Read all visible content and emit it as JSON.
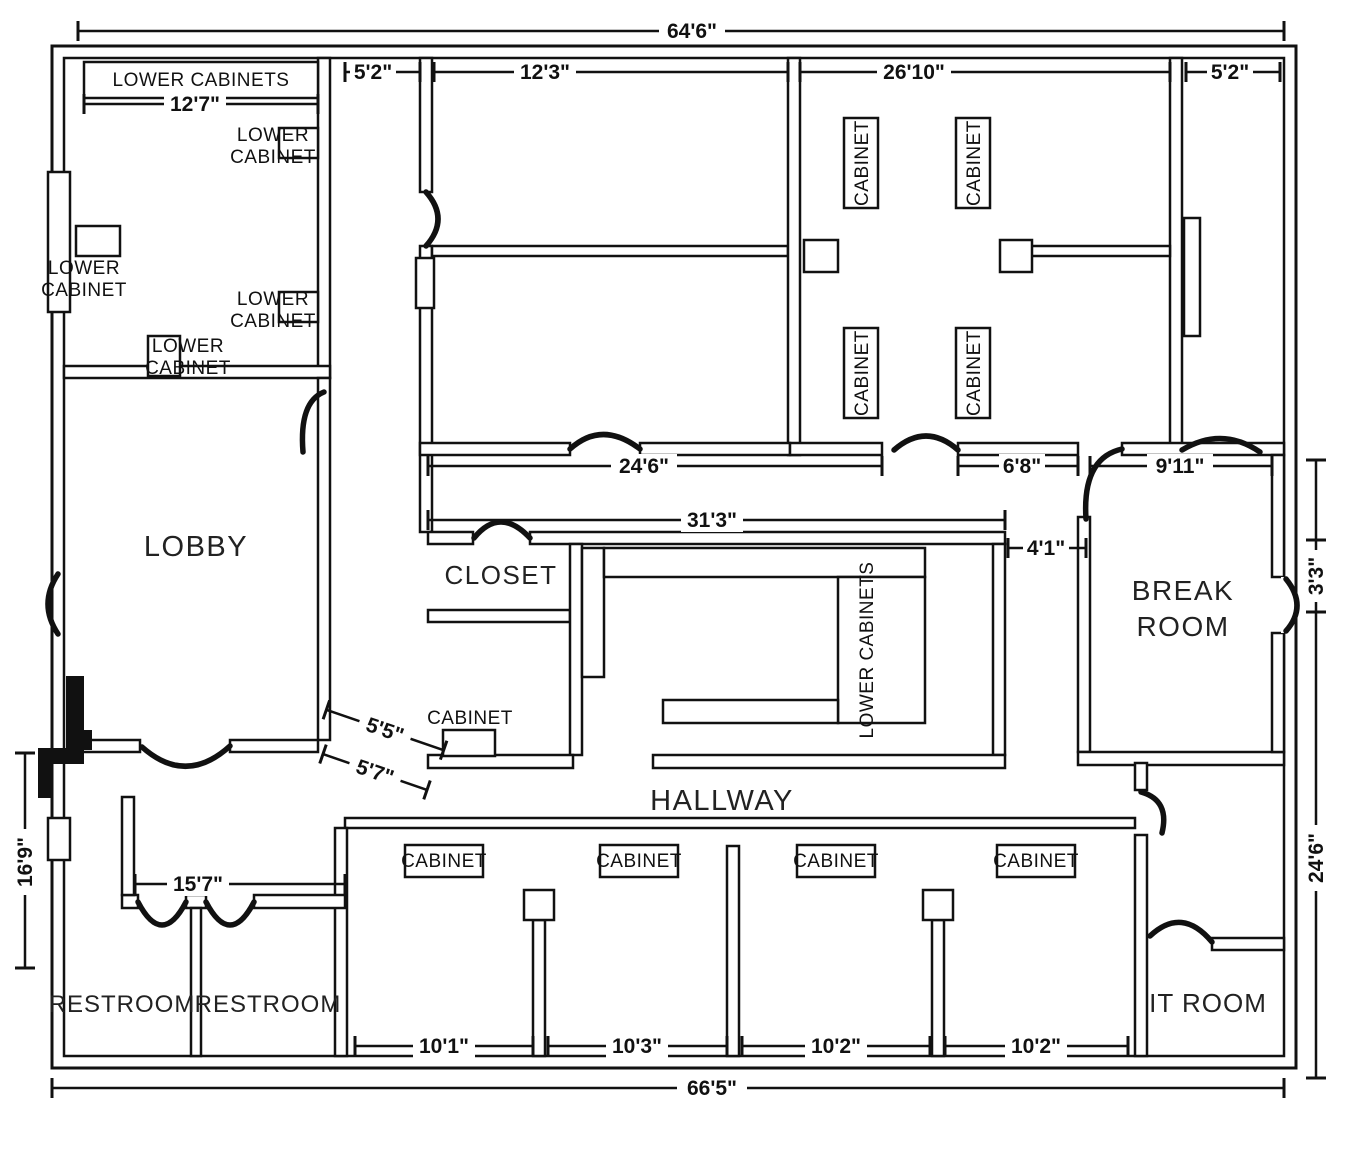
{
  "labels": {
    "lower_cabinets": "LOWER CABINETS",
    "lower": "LOWER",
    "cabinet": "CABINET",
    "closet": "CLOSET",
    "lobby": "LOBBY",
    "hallway": "HALLWAY",
    "break": "BREAK",
    "room": "ROOM",
    "restroom": "RESTROOM",
    "it_room": "IT ROOM"
  },
  "dimensions": {
    "overall_top": "64'6\"",
    "cabinet_room": "12'7\"",
    "corridor_left": "5'2\"",
    "office_left": "12'3\"",
    "open_office": "26'10\"",
    "corridor_right": "5'2\"",
    "mid_span": "24'6\"",
    "break_entry": "6'8\"",
    "break_room": "9'11\"",
    "central_span": "31'3\"",
    "passage": "4'1\"",
    "break_door": "3'3\"",
    "junction_upper": "5'5\"",
    "junction_lower": "5'7\"",
    "left_height": "16'9\"",
    "restrooms_span": "15'7\"",
    "bay_1": "10'1\"",
    "bay_2": "10'3\"",
    "bay_3": "10'2\"",
    "bay_4": "10'2\"",
    "right_height": "24'6\"",
    "overall_bottom": "66'5\""
  }
}
